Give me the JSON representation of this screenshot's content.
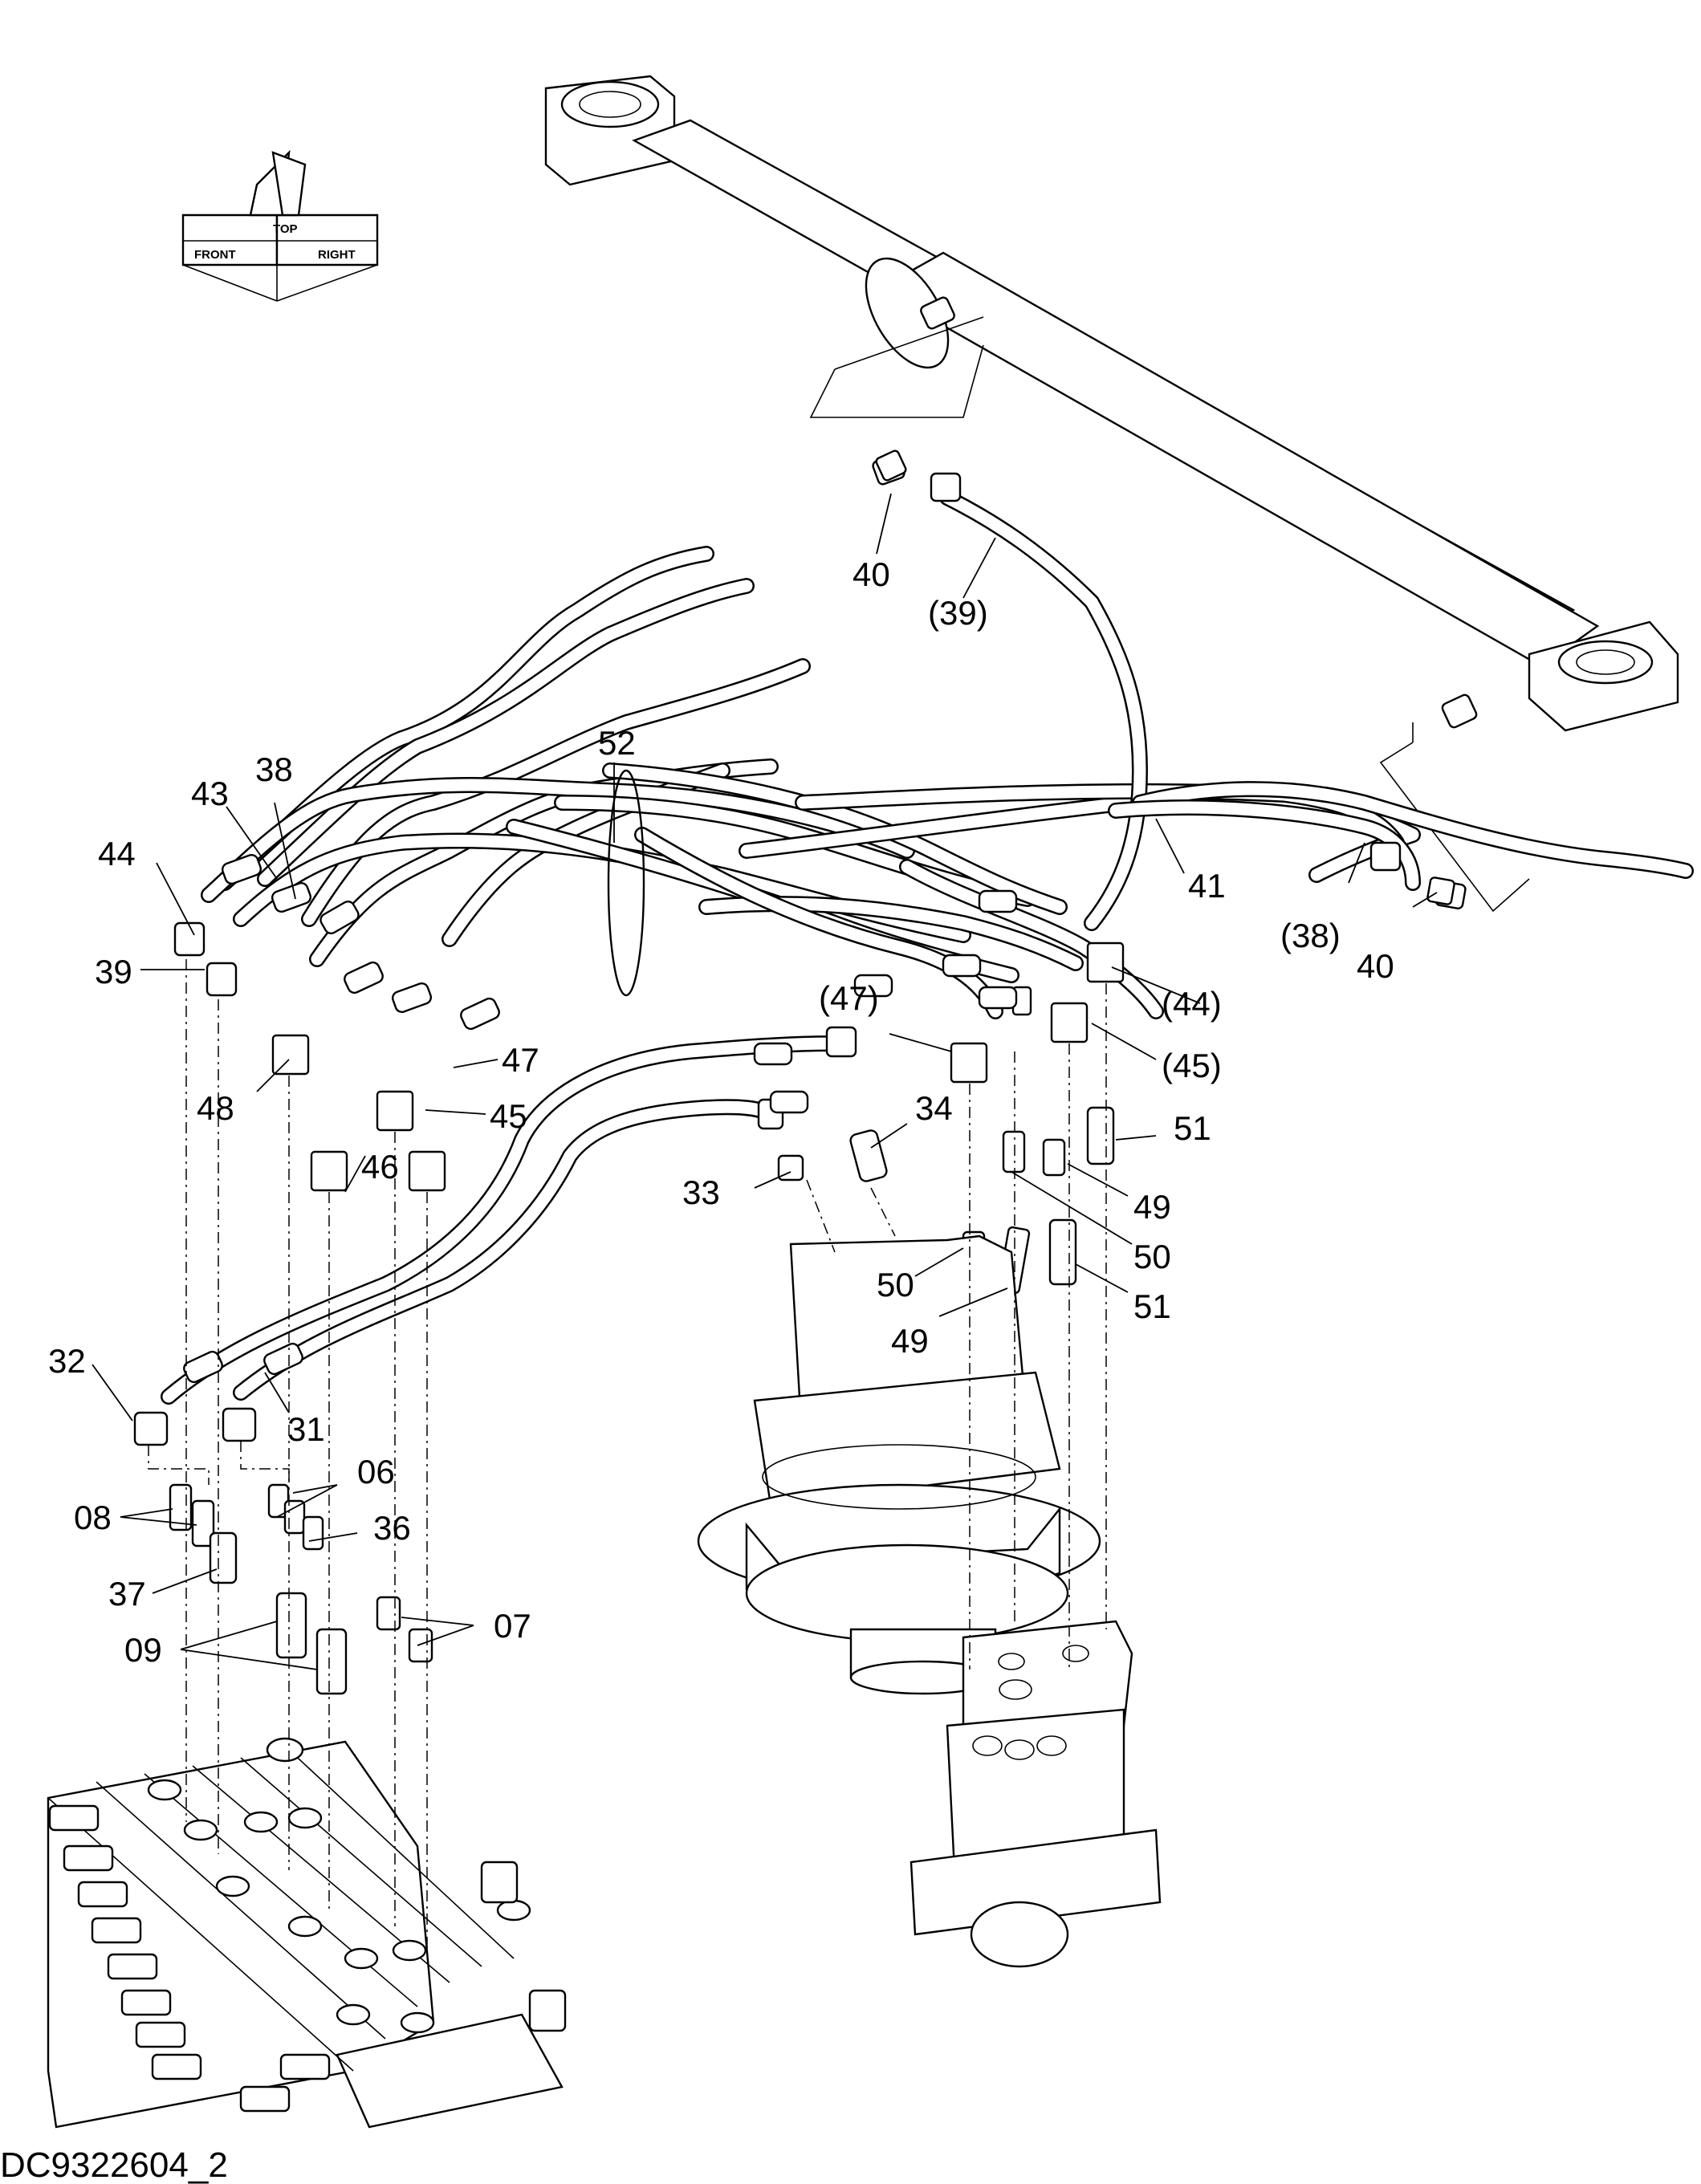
{
  "drawing_id": "DC9322604_2",
  "orientation": {
    "top": "TOP",
    "front": "FRONT",
    "right": "RIGHT"
  },
  "callouts": [
    "40",
    "(39)",
    "52",
    "38",
    "43",
    "44",
    "39",
    "41",
    "(38)",
    "40",
    "(44)",
    "(47)",
    "(45)",
    "47",
    "48",
    "45",
    "46",
    "34",
    "33",
    "51",
    "49",
    "50",
    "50",
    "49",
    "51",
    "32",
    "31",
    "06",
    "08",
    "36",
    "37",
    "09",
    "07"
  ]
}
